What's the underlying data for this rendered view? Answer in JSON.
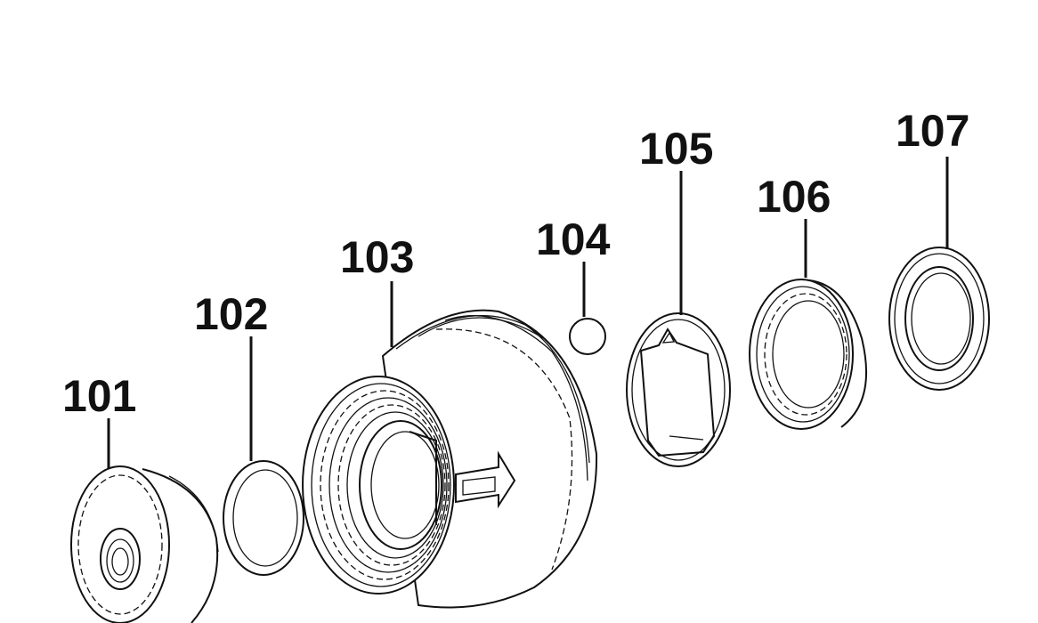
{
  "parts": [
    {
      "id": "101"
    },
    {
      "id": "102"
    },
    {
      "id": "103"
    },
    {
      "id": "104"
    },
    {
      "id": "105"
    },
    {
      "id": "106"
    },
    {
      "id": "107"
    }
  ]
}
